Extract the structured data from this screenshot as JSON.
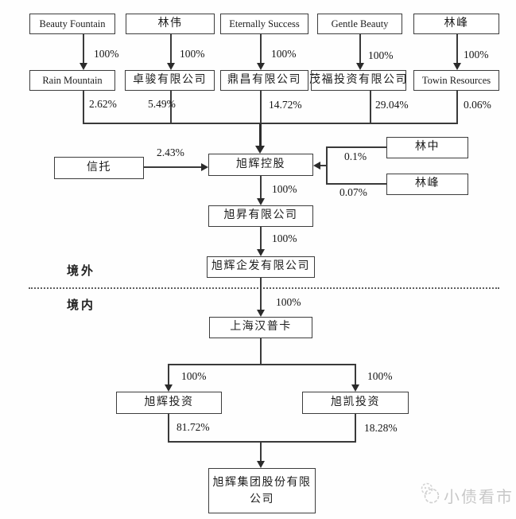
{
  "colors": {
    "line": "#3a3a3a",
    "box_border": "#3d3d3d",
    "text": "#1c1c1c",
    "watermark": "#c8c8c8"
  },
  "diagram": {
    "offshore_columns": [
      {
        "owner": "Beauty Fountain",
        "ownership": "100%",
        "company": "Rain Mountain",
        "stake": "2.62%"
      },
      {
        "owner": "林伟",
        "ownership": "100%",
        "company": "卓骏有限公司",
        "stake": "5.49%"
      },
      {
        "owner": "Eternally Success",
        "ownership": "100%",
        "company": "鼎昌有限公司",
        "stake": "14.72%"
      },
      {
        "owner": "Gentle Beauty",
        "ownership": "100%",
        "company": "茂福投资有限公司",
        "stake": "29.04%"
      },
      {
        "owner": "林峰",
        "ownership": "100%",
        "company": "Towin Resources",
        "stake": "0.06%"
      }
    ],
    "trust": {
      "label": "信托",
      "stake": "2.43%"
    },
    "holding_company": "旭辉控股",
    "individual_holders": [
      {
        "name": "林中",
        "stake": "0.1%"
      },
      {
        "name": "林峰",
        "stake": "0.07%"
      }
    ],
    "offshore_chain": [
      {
        "ownership": "100%",
        "company": "旭昇有限公司"
      },
      {
        "ownership": "100%",
        "company": "旭辉企发有限公司"
      }
    ],
    "regions": {
      "offshore": "境外",
      "onshore": "境内"
    },
    "onshore_entry": {
      "ownership": "100%",
      "company": "上海汉普卡"
    },
    "onshore_subsidiaries": [
      {
        "ownership": "100%",
        "company": "旭辉投资",
        "stake": "81.72%"
      },
      {
        "ownership": "100%",
        "company": "旭凯投资",
        "stake": "18.28%"
      }
    ],
    "target_company": "旭辉集团股份有限公司",
    "watermark": "小债看市"
  }
}
